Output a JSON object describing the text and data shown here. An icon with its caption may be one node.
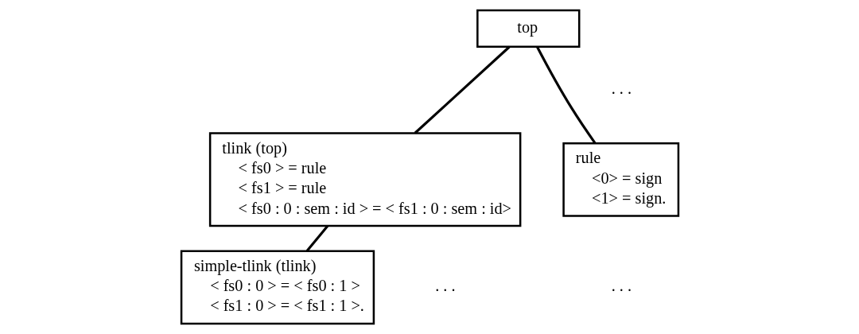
{
  "diagram": {
    "nodes": [
      {
        "text": [
          "top"
        ]
      },
      {
        "text": [
          "tlink (top)",
          "< fs0 > = rule",
          "< fs1 > = rule",
          "< fs0 : 0 : sem : id > = < fs1 : 0 : sem : id>"
        ]
      },
      {
        "text": [
          "rule",
          "<0> = sign",
          "<1> = sign."
        ]
      },
      {
        "text": [
          "simple-tlink (tlink)",
          "< fs0 : 0 > = < fs0 : 1 >",
          "< fs1 : 0 > = < fs1 : 1 >."
        ]
      }
    ],
    "edges": [
      {
        "from": 0,
        "to": 1,
        "arrow": "none"
      },
      {
        "from": 0,
        "to": 2,
        "arrow": "none"
      },
      {
        "from": 1,
        "to": 3,
        "arrow": "none"
      }
    ],
    "labels": [
      ". . .",
      ". . .",
      ". . ."
    ]
  }
}
